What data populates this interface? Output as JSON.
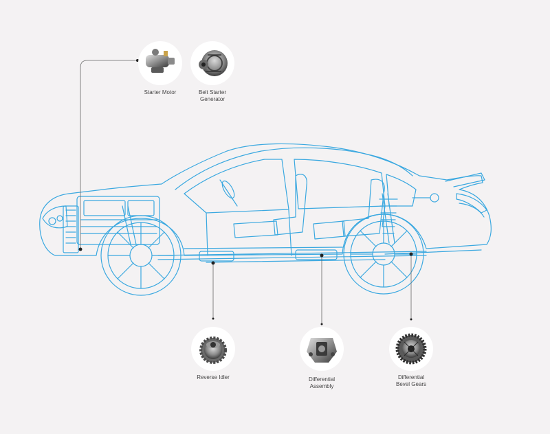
{
  "colors": {
    "background": "#f4f2f3",
    "car_outline": "#3aa8e0",
    "leader_line": "#666666",
    "part_circle": "#ffffff",
    "label_text": "#444444"
  },
  "parts": [
    {
      "id": "starter-motor",
      "label": "Starter Motor",
      "icon": "starter-motor-icon"
    },
    {
      "id": "belt-starter-generator",
      "label": "Belt Starter\nGenerator",
      "icon": "alternator-icon"
    },
    {
      "id": "reverse-idler",
      "label": "Reverse Idler",
      "icon": "gear-icon"
    },
    {
      "id": "differential-assembly",
      "label": "Differential\nAssembly",
      "icon": "differential-housing-icon"
    },
    {
      "id": "differential-bevel-gears",
      "label": "Differential\nBevel Gears",
      "icon": "bevel-gear-icon"
    }
  ]
}
